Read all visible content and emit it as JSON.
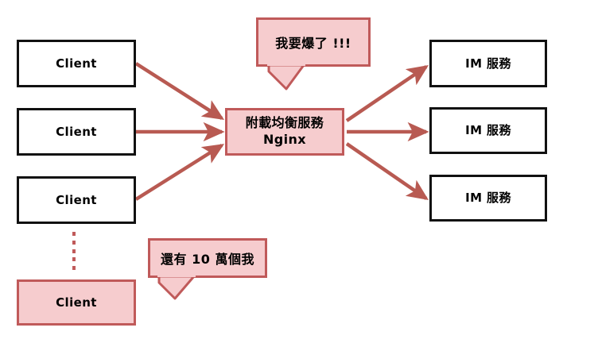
{
  "diagram": {
    "title": "IM load balancing architecture sketch",
    "colors": {
      "accent_fill": "#f6ccce",
      "accent_stroke": "#c05a5a",
      "arrow": "#b85a52",
      "node_stroke": "#111111",
      "background": "#ffffff"
    },
    "clients": [
      {
        "label": "Client",
        "style": "plain"
      },
      {
        "label": "Client",
        "style": "plain"
      },
      {
        "label": "Client",
        "style": "plain"
      },
      {
        "label": "Client",
        "style": "accent"
      }
    ],
    "balancer": {
      "line1": "附載均衡服務",
      "line2": "Nginx"
    },
    "services": [
      {
        "label": "IM 服務"
      },
      {
        "label": "IM 服務"
      },
      {
        "label": "IM 服務"
      }
    ],
    "bubbles": [
      {
        "text": "我要爆了 !!!",
        "points_to": "balancer"
      },
      {
        "text": "還有 10 萬個我",
        "points_to": "client-4"
      }
    ],
    "ellipsis": {
      "dot_count": 5,
      "meaning": "many more clients"
    }
  }
}
